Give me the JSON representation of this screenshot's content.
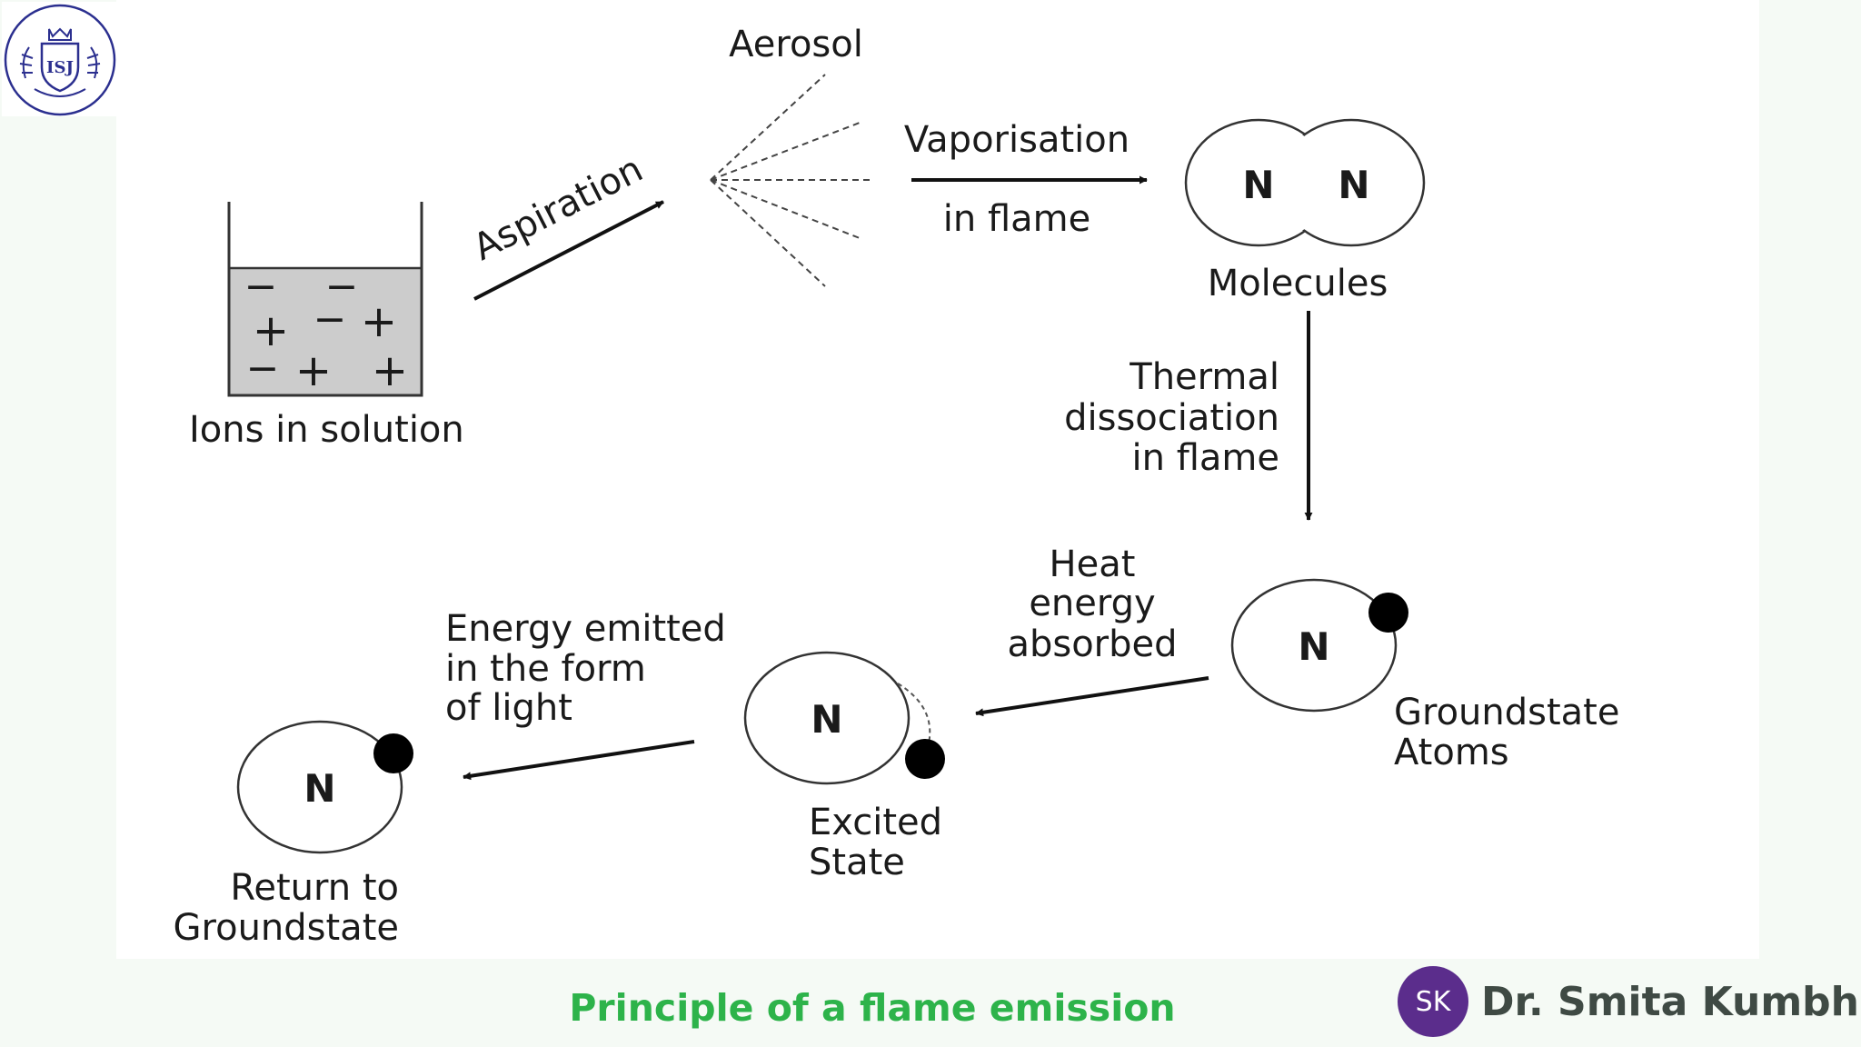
{
  "diagram": {
    "labels": {
      "aerosol": "Aerosol",
      "aspiration": "Aspiration",
      "vaporisation": "Vaporisation",
      "in_flame_1": "in flame",
      "molecules": "Molecules",
      "thermal": "Thermal",
      "dissociation": "dissociation",
      "in_flame_2": "in flame",
      "ions_in_solution": "Ions in solution",
      "heat": "Heat",
      "energy": "energy",
      "absorbed": "absorbed",
      "groundstate": "Groundstate",
      "atoms": "Atoms",
      "energy_emitted": "Energy emitted",
      "in_the_form": "in the form",
      "of_light": "of light",
      "excited": "Excited",
      "state": "State",
      "return_to": "Return to",
      "groundstate_2": "Groundstate"
    },
    "atom_symbol": "N",
    "charges": {
      "minus": "−",
      "plus": "+"
    }
  },
  "caption": "Principle of a flame emission",
  "author": {
    "initials": "SK",
    "name": "Dr. Smita Kumbh"
  },
  "logo": {
    "text": "ISJ"
  },
  "colors": {
    "caption": "#2db34a",
    "avatar": "#5b2d8c",
    "author_name": "#3f4a44",
    "logo": "#2b2f8f",
    "beaker_fill": "#cccccc"
  }
}
